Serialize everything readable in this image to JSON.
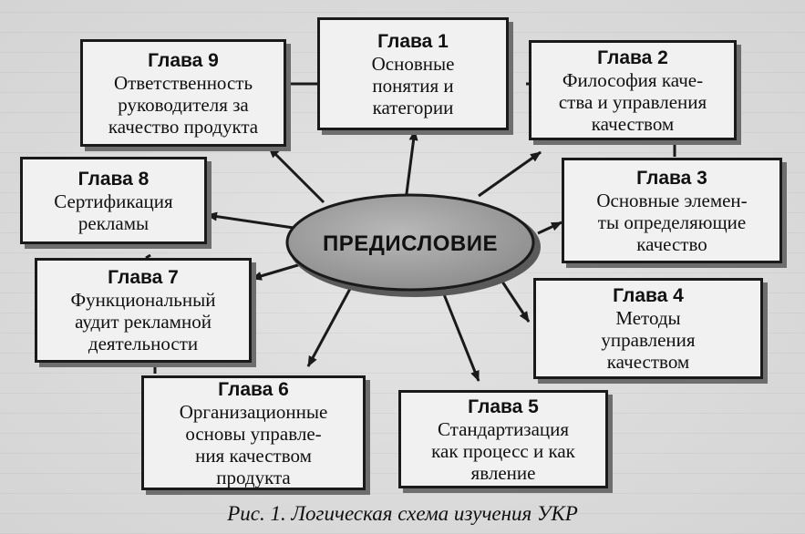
{
  "center": {
    "label": "ПРЕДИСЛОВИЕ"
  },
  "chapters": [
    {
      "heading": "Глава 1",
      "text": "Основные\nпонятия и\nкатегории"
    },
    {
      "heading": "Глава 2",
      "text": "Философия каче-\nства и управления\nкачеством"
    },
    {
      "heading": "Глава 3",
      "text": "Основные элемен-\nты определяющие\nкачество"
    },
    {
      "heading": "Глава 4",
      "text": "Методы\nуправления\nкачеством"
    },
    {
      "heading": "Глава 5",
      "text": "Стандартизация\nкак процесс и как\nявление"
    },
    {
      "heading": "Глава 6",
      "text": "Организационные\nосновы управле-\nния качеством\nпродукта"
    },
    {
      "heading": "Глава 7",
      "text": "Функциональный\nаудит рекламной\nдеятельности"
    },
    {
      "heading": "Глава 8",
      "text": "Сертификация\nрекламы"
    },
    {
      "heading": "Глава 9",
      "text": "Ответственность\nруководителя за\nкачество продукта"
    }
  ],
  "caption": "Рис. 1. Логическая схема изучения УКР",
  "colors": {
    "line": "#1a1a1a",
    "ellipse": "#9a9a9a",
    "box": "#f1f1f1",
    "shadow": "#6e6e6e"
  }
}
